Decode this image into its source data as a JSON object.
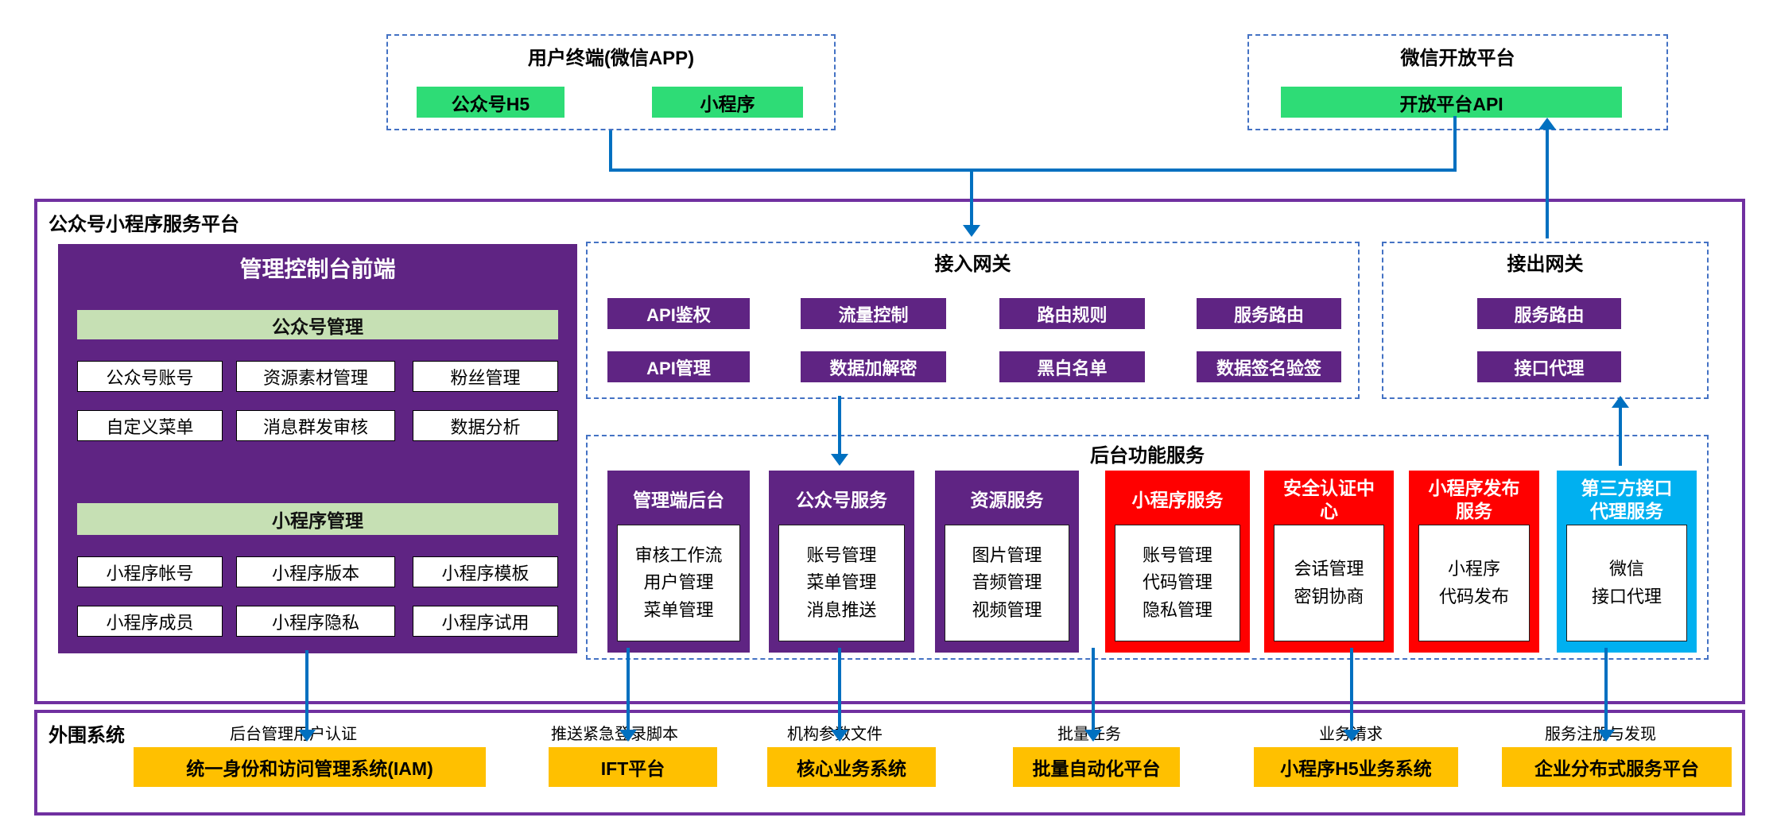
{
  "colors": {
    "purple": "#5F2483",
    "purple_border": "#7030A0",
    "green": "#2EDC76",
    "light_green": "#C6E0B4",
    "red": "#FF0000",
    "cyan": "#00B0F0",
    "orange": "#FFC000",
    "arrow_blue": "#0070C0",
    "dashed_border_blue": "#4472C4"
  },
  "user_terminal": {
    "title": "用户终端(微信APP)",
    "items": [
      "公众号H5",
      "小程序"
    ]
  },
  "open_platform": {
    "title": "微信开放平台",
    "api_label": "开放平台API"
  },
  "platform": {
    "title": "公众号小程序服务平台",
    "console": {
      "title": "管理控制台前端",
      "sections": [
        {
          "header": "公众号管理",
          "items": [
            "公众号账号",
            "资源素材管理",
            "粉丝管理",
            "自定义菜单",
            "消息群发审核",
            "数据分析"
          ]
        },
        {
          "header": "小程序管理",
          "items": [
            "小程序帐号",
            "小程序版本",
            "小程序模板",
            "小程序成员",
            "小程序隐私",
            "小程序试用"
          ]
        }
      ]
    },
    "access_gateway": {
      "title": "接入网关",
      "items": [
        "API鉴权",
        "流量控制",
        "路由规则",
        "服务路由",
        "API管理",
        "数据加解密",
        "黑白名单",
        "数据签名验签"
      ]
    },
    "egress_gateway": {
      "title": "接出网关",
      "items": [
        "服务路由",
        "接口代理"
      ]
    },
    "backend_services": {
      "title": "后台功能服务",
      "columns": [
        {
          "name": "管理端后台",
          "items": [
            "审核工作流",
            "用户管理",
            "菜单管理"
          ]
        },
        {
          "name": "公众号服务",
          "items": [
            "账号管理",
            "菜单管理",
            "消息推送"
          ]
        },
        {
          "name": "资源服务",
          "items": [
            "图片管理",
            "音频管理",
            "视频管理"
          ]
        },
        {
          "name": "小程序服务",
          "items": [
            "账号管理",
            "代码管理",
            "隐私管理"
          ]
        },
        {
          "name": "安全认证中心",
          "items": [
            "会话管理",
            "密钥协商"
          ]
        },
        {
          "name": "小程序发布服务",
          "items": [
            "小程序",
            "代码发布"
          ]
        },
        {
          "name": "第三方接口代理服务",
          "items": [
            "微信",
            "接口代理"
          ]
        }
      ]
    }
  },
  "peripheral": {
    "title": "外围系统",
    "connections": [
      {
        "label": "后台管理用户认证",
        "system": "统一身份和访问管理系统(IAM)"
      },
      {
        "label": "推送紧急登录脚本",
        "system": "IFT平台"
      },
      {
        "label": "机构参数文件",
        "system": "核心业务系统"
      },
      {
        "label": "批量任务",
        "system": "批量自动化平台"
      },
      {
        "label": "业务请求",
        "system": "小程序H5业务系统"
      },
      {
        "label": "服务注册与发现",
        "system": "企业分布式服务平台"
      }
    ]
  }
}
